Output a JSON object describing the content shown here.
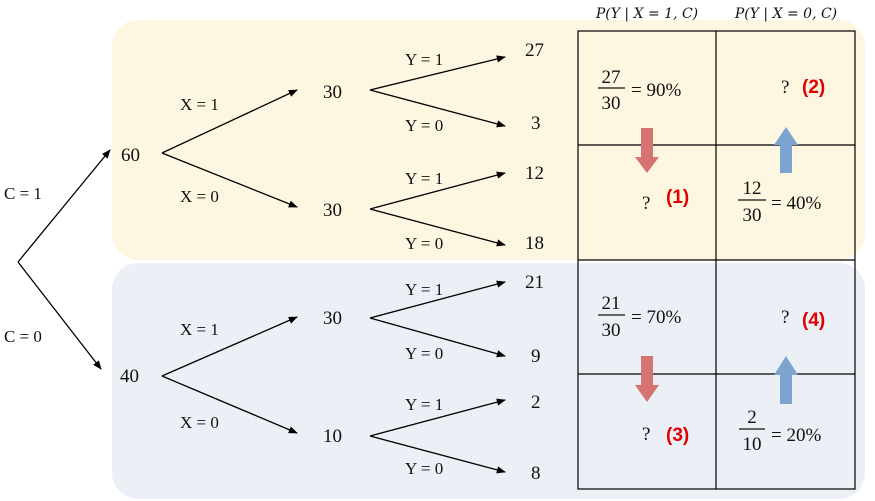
{
  "colors": {
    "top_band": "#fdf6e1",
    "bottom_band": "#ebeff6",
    "down_arrow": "#d67373",
    "up_arrow": "#7da3d0",
    "question_tag": "#e00000"
  },
  "column_headers": {
    "x1": "P(Y | X = 1, C)",
    "x0": "P(Y | X = 0, C)"
  },
  "tree": {
    "branch_c1": "C = 1",
    "branch_c0": "C = 0",
    "c1": {
      "total": "60",
      "x1_label": "X = 1",
      "x0_label": "X = 0",
      "x1": {
        "count": "30",
        "y1_label": "Y = 1",
        "y0_label": "Y = 0",
        "y1": "27",
        "y0": "3"
      },
      "x0": {
        "count": "30",
        "y1_label": "Y = 1",
        "y0_label": "Y = 0",
        "y1": "12",
        "y0": "18"
      }
    },
    "c0": {
      "total": "40",
      "x1_label": "X = 1",
      "x0_label": "X = 0",
      "x1": {
        "count": "30",
        "y1_label": "Y = 1",
        "y0_label": "Y = 0",
        "y1": "21",
        "y0": "9"
      },
      "x0": {
        "count": "10",
        "y1_label": "Y = 1",
        "y0_label": "Y = 0",
        "y1": "2",
        "y0": "8"
      }
    }
  },
  "table": {
    "r1c1": {
      "num": "27",
      "den": "30",
      "result": "= 90%"
    },
    "r1c2": {
      "q": "?",
      "tag": "(2)"
    },
    "r2c1": {
      "q": "?",
      "tag": "(1)"
    },
    "r2c2": {
      "num": "12",
      "den": "30",
      "result": "= 40%"
    },
    "r3c1": {
      "num": "21",
      "den": "30",
      "result": "= 70%"
    },
    "r3c2": {
      "q": "?",
      "tag": "(4)"
    },
    "r4c1": {
      "q": "?",
      "tag": "(3)"
    },
    "r4c2": {
      "num": "2",
      "den": "10",
      "result": "= 20%"
    }
  }
}
